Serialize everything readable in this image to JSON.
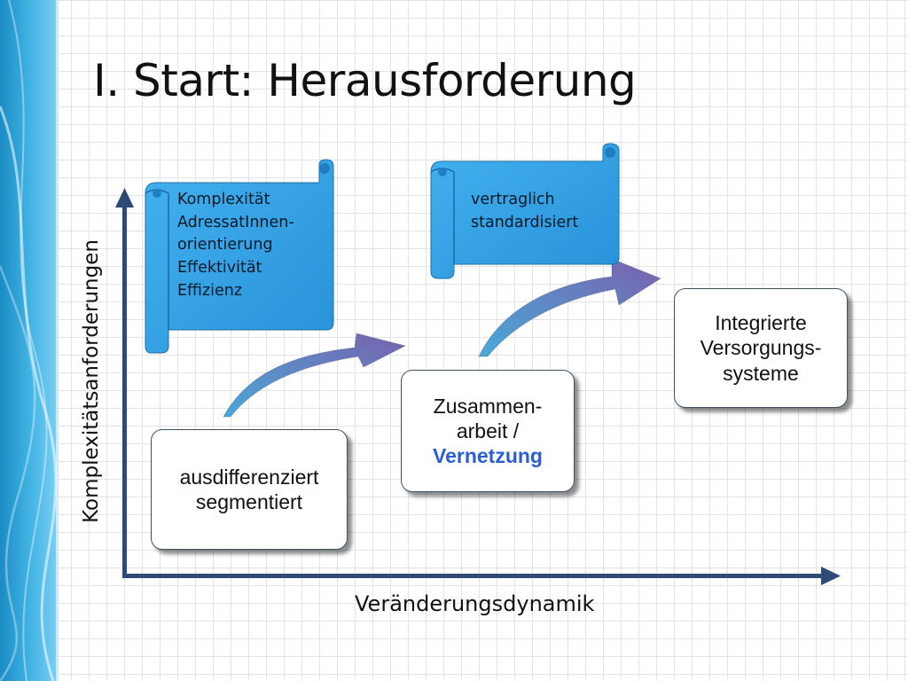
{
  "title": "I. Start: Herausforderung",
  "axes": {
    "y_label": "Komplexitätsanforderungen",
    "x_label": "Veränderungsdynamik"
  },
  "boxes": {
    "box1": {
      "line1": "ausdifferenziert",
      "line2": "segmentiert"
    },
    "box2": {
      "line1": "Zusammen-",
      "line2": "arbeit /",
      "line3": "Vernetzung"
    },
    "box3": {
      "line1": "Integrierte",
      "line2": "Versorgungs-",
      "line3": "systeme"
    }
  },
  "scrolls": {
    "scroll1": [
      "Komplexität",
      "AdressatInnen-",
      "orientierung",
      "Effektivität",
      "Effizienz"
    ],
    "scroll2": [
      "vertraglich",
      "standardisiert"
    ]
  },
  "colors": {
    "axis": "#2e4b78",
    "scroll_fill": "#2f9fe3",
    "highlight": "#2b5ed6",
    "arrow_start": "#48a9d8",
    "arrow_end": "#7a61ad"
  }
}
